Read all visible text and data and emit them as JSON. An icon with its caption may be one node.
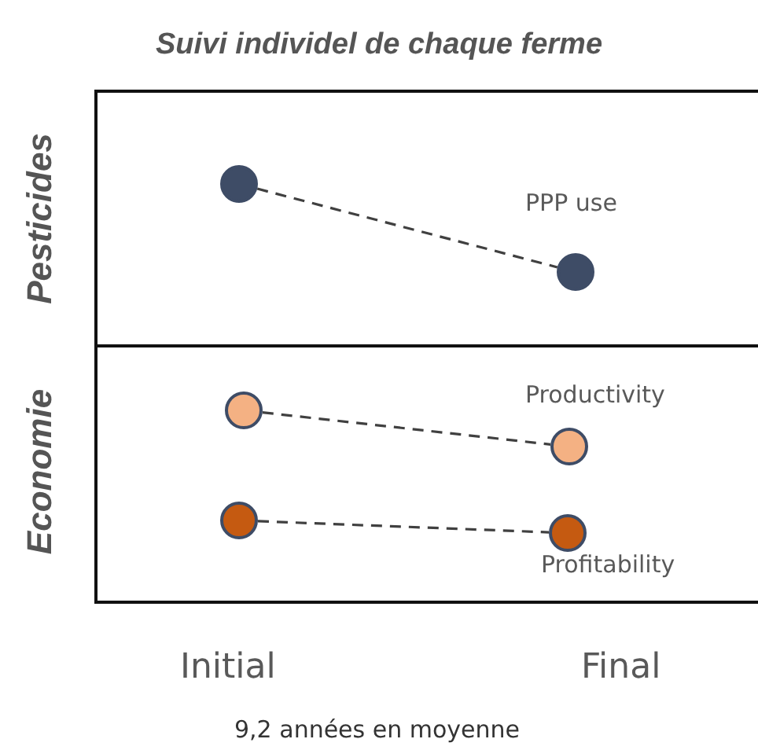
{
  "diagram": {
    "title": "Suivi individel de chaque ferme",
    "caption": "9,2 années en moyenne",
    "nodes": [
      {
        "text": [
          "Pesticides"
        ]
      },
      {
        "text": [],
        "shape": "circle",
        "in": 0
      },
      {
        "text": [],
        "shape": "circle",
        "in": 0,
        "beside": [
          "PPP use"
        ]
      },
      {
        "text": [
          "Economie"
        ]
      },
      {
        "text": [],
        "shape": "circle",
        "in": 3
      },
      {
        "text": [],
        "shape": "circle",
        "in": 3,
        "beside": [
          "Productivity"
        ]
      },
      {
        "text": [],
        "shape": "circle",
        "in": 3
      },
      {
        "text": [],
        "shape": "circle",
        "in": 3,
        "beside": [
          "Profitability"
        ]
      }
    ],
    "edges": [
      {
        "from": 1,
        "to": 2,
        "arrow": "none",
        "style": "dashed"
      },
      {
        "from": 4,
        "to": 5,
        "arrow": "none",
        "style": "dashed"
      },
      {
        "from": 6,
        "to": 7,
        "arrow": "none",
        "style": "dashed"
      }
    ],
    "labels": [
      "Initial",
      "Final"
    ]
  }
}
